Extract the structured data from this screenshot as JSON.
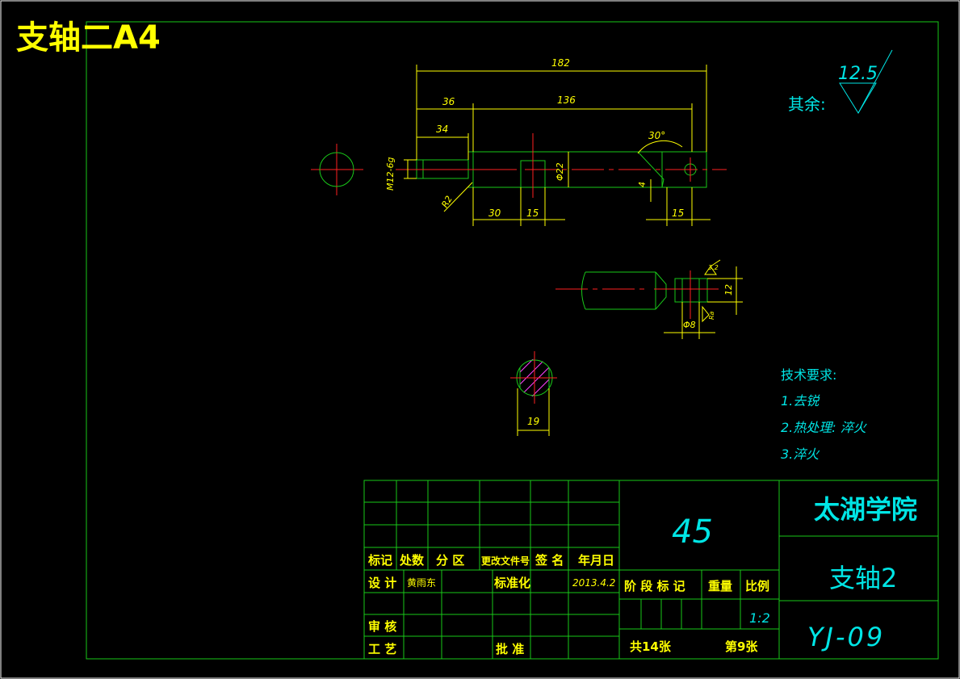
{
  "title": "支轴二A4",
  "colors": {
    "frame": "#19c819",
    "dim": "#ffff00",
    "center": "#ff2020",
    "text": "#00e5e5",
    "title": "#ffff00",
    "hatch": "#ff40ff"
  },
  "dimensions": {
    "d182": "182",
    "d136": "136",
    "d36": "36",
    "d34": "34",
    "d30": "30",
    "d15a": "15",
    "d15b": "15",
    "m12": "M12-6g",
    "r2": "R2",
    "phi22": "Φ22",
    "a30": "30°",
    "d4": "4",
    "d32": "3.2",
    "d12": "12",
    "phi8": "Φ8",
    "ra": "Ra",
    "d19": "19"
  },
  "roughness": {
    "value": "12.5",
    "label": "其余:"
  },
  "tech": {
    "heading": "技术要求:",
    "items": [
      "1.去锐",
      "2.热处理: 淬火",
      "3.淬火"
    ]
  },
  "titleblock": {
    "material": "45",
    "school": "太湖学院",
    "part_name": "支轴2",
    "drawing_no": "YJ-09",
    "scale": "1:2",
    "sheets_total": "共14张",
    "sheet_no": "第9张",
    "header": [
      "标记",
      "处数",
      "分 区",
      "更改文件号",
      "签 名",
      "年月日"
    ],
    "design_label": "设 计",
    "designer": "黄雨东",
    "standard_label": "标准化",
    "date": "2013.4.2",
    "stage_label": "阶 段 标 记",
    "weight_label": "重量",
    "ratio_label": "比例",
    "review_label": "审 核",
    "process_label": "工 艺",
    "approve_label": "批 准"
  }
}
